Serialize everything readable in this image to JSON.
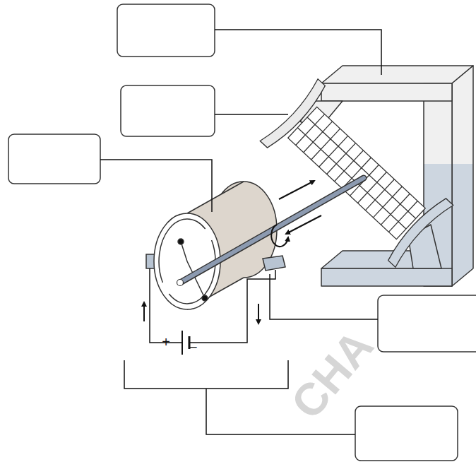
{
  "diagram": {
    "labels": [
      "+",
      "–",
      "CHA"
    ]
  }
}
